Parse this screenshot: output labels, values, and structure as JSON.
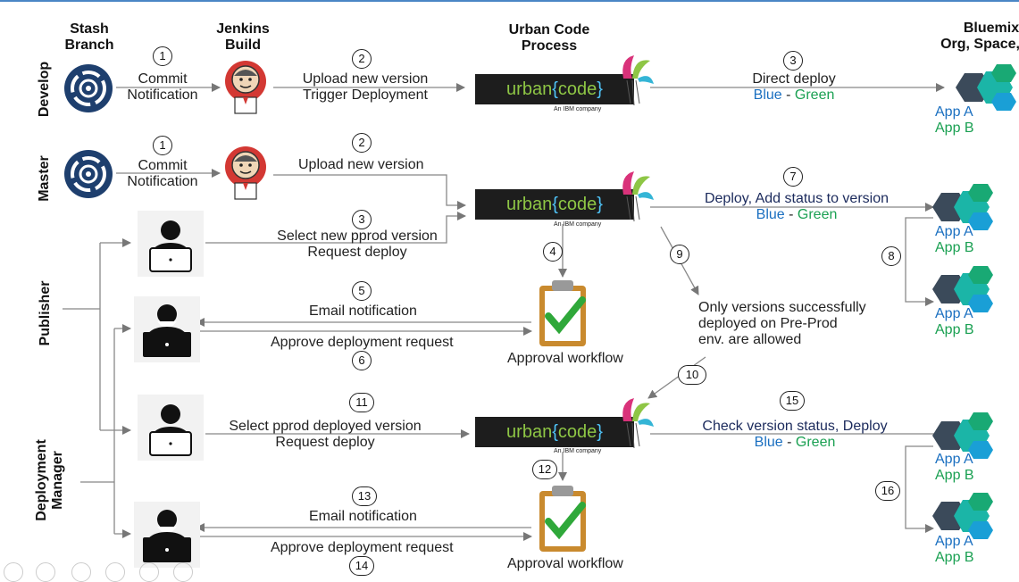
{
  "headers": {
    "stash": [
      "Stash",
      "Branch"
    ],
    "jenkins": [
      "Jenkins",
      "Build"
    ],
    "urbancode": [
      "Urban Code",
      "Process"
    ],
    "bluemix": [
      "Bluemix",
      "Org, Space, Re"
    ]
  },
  "lanes": {
    "develop": "Develop",
    "master": "Master",
    "publisher": "Publisher",
    "deployment_manager": [
      "Deployment",
      "Manager"
    ]
  },
  "urbancode_logo": {
    "prefix": "urban",
    "open": "{",
    "word": "code",
    "close": "}",
    "tagline": "An IBM company"
  },
  "develop": {
    "step1": {
      "num": "1",
      "lines": [
        "Commit",
        "Notification"
      ]
    },
    "step2": {
      "num": "2",
      "lines": [
        "Upload new version",
        "Trigger Deployment"
      ]
    },
    "step3": {
      "num": "3",
      "line1": "Direct deploy",
      "blue": "Blue",
      "dash": " - ",
      "green": "Green"
    }
  },
  "master": {
    "step1": {
      "num": "1",
      "lines": [
        "Commit",
        "Notification"
      ]
    },
    "step2": {
      "num": "2",
      "line": "Upload new version"
    },
    "step3": {
      "num": "3",
      "lines": [
        "Select new pprod version",
        "Request deploy"
      ]
    },
    "step4": {
      "num": "4"
    },
    "step5": {
      "num": "5",
      "line": "Email notification"
    },
    "step6": {
      "num": "6",
      "line": "Approve deployment request"
    },
    "step7": {
      "num": "7",
      "line1": "Deploy, Add status to version",
      "blue": "Blue",
      "dash": " - ",
      "green": "Green"
    },
    "step8": {
      "num": "8"
    },
    "step9": {
      "num": "9"
    },
    "note": [
      "Only versions successfully",
      "deployed on Pre-Prod",
      "env. are allowed"
    ],
    "step10": {
      "num": "10"
    }
  },
  "manager": {
    "step11": {
      "num": "11",
      "lines": [
        "Select pprod deployed version",
        "Request deploy"
      ]
    },
    "step12": {
      "num": "12"
    },
    "step13": {
      "num": "13",
      "line": "Email notification"
    },
    "step14": {
      "num": "14",
      "line": "Approve deployment request"
    },
    "step15": {
      "num": "15",
      "line1": "Check version status, Deploy",
      "blue": "Blue",
      "dash": " - ",
      "green": "Green"
    },
    "step16": {
      "num": "16"
    }
  },
  "approval_workflow": "Approval workflow",
  "apps": {
    "a": "App A",
    "b": "App B"
  },
  "icons": [
    "stash-icon",
    "jenkins-icon",
    "user-laptop-icon",
    "clipboard-check-icon",
    "bluemix-hex-icon"
  ],
  "colors": {
    "blue": "#1a6fc0",
    "green": "#1aa052",
    "navy": "#1b2a5c",
    "ucbg": "#1d1d1d",
    "stash": "#1e3f6e"
  }
}
